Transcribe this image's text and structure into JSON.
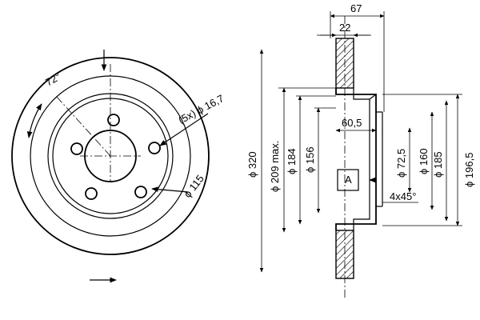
{
  "front_view": {
    "labels": {
      "angle": "72°",
      "holes": "(5x) ϕ 16,7",
      "pcd": "ϕ 115"
    }
  },
  "section_view": {
    "labels": {
      "total_thickness": "67",
      "disc_thickness": "22",
      "outer_diameter": "ϕ 320",
      "hat_max_diameter": "ϕ 209 max.",
      "diameter_184": "ϕ 184",
      "diameter_156": "ϕ 156",
      "hat_height": "60,5",
      "center_bore": "ϕ 72,5",
      "diameter_160": "ϕ 160",
      "diameter_185": "ϕ 185",
      "diameter_196_5": "ϕ 196,5",
      "chamfer": "4x45°",
      "detail_ref": "A"
    }
  }
}
